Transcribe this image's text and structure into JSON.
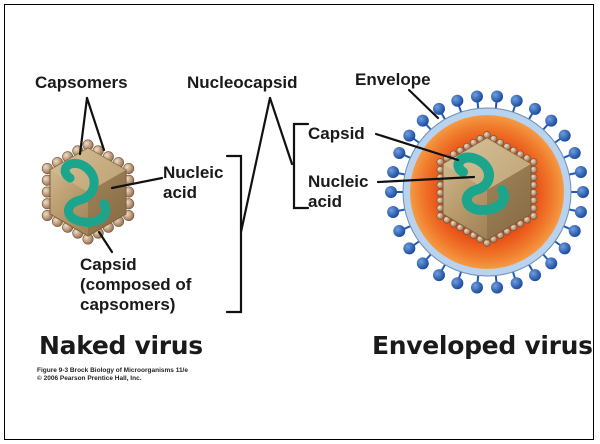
{
  "labels": {
    "capsomers": "Capsomers",
    "nucleocapsid": "Nucleocapsid",
    "envelope": "Envelope",
    "naked_nucleic_acid_line1": "Nucleic",
    "naked_nucleic_acid_line2": "acid",
    "capsid_composed_line1": "Capsid",
    "capsid_composed_line2": "(composed of",
    "capsid_composed_line3": "capsomers)",
    "enveloped_capsid": "Capsid",
    "enveloped_nucleic_acid_line1": "Nucleic",
    "enveloped_nucleic_acid_line2": "acid"
  },
  "titles": {
    "naked_virus": "Naked virus",
    "enveloped_virus": "Enveloped virus"
  },
  "credit": {
    "line1": "Figure 9-3  Brock Biology of Microorganisms 11/e",
    "line2": "© 2006 Pearson Prentice Hall, Inc."
  },
  "colors": {
    "capsid_fill": "#b89a6a",
    "capsomer": "#b08866",
    "nucleic_acid": "#1aa58c",
    "envelope_outer": "#ee7a2a",
    "envelope_inner": "#e23b10",
    "membrane": "#b9d3ee",
    "spike": "#1e5bb5"
  }
}
